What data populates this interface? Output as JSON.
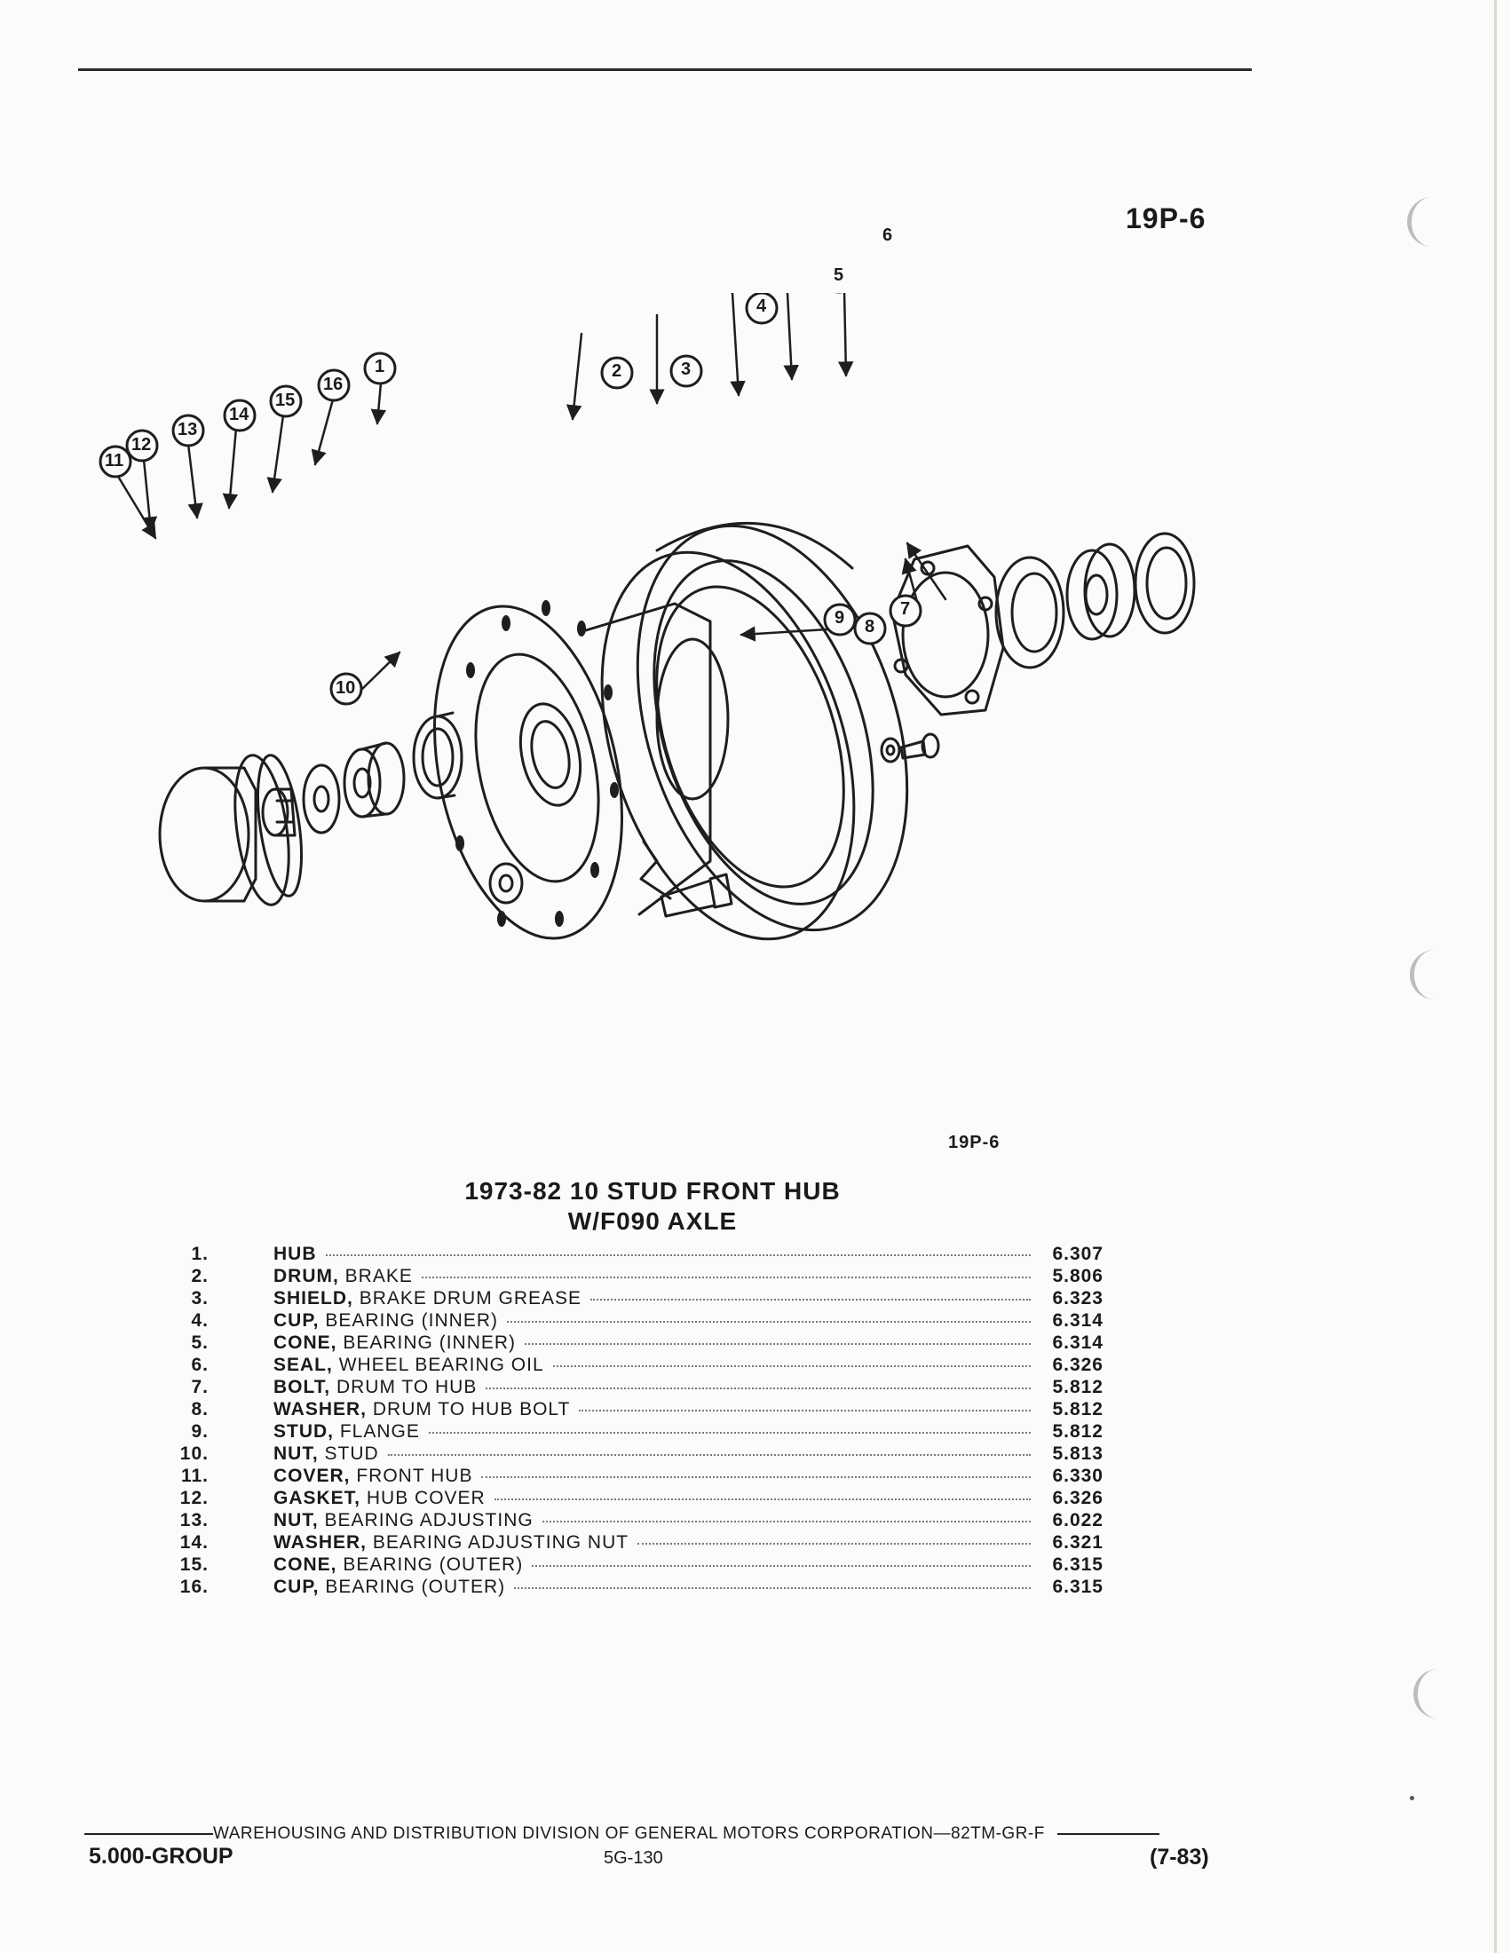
{
  "header": {
    "page_code": "19P-6"
  },
  "figure": {
    "code": "19P-6",
    "callouts": [
      "1",
      "2",
      "3",
      "4",
      "5",
      "6",
      "7",
      "8",
      "9",
      "10",
      "11",
      "12",
      "13",
      "14",
      "15",
      "16"
    ]
  },
  "title": {
    "line1": "1973-82 10 STUD FRONT HUB",
    "line2": "W/F090 AXLE"
  },
  "parts": [
    {
      "num": "1.",
      "name": "HUB",
      "detail": "",
      "code": "6.307"
    },
    {
      "num": "2.",
      "name": "DRUM,",
      "detail": "BRAKE",
      "code": "5.806"
    },
    {
      "num": "3.",
      "name": "SHIELD,",
      "detail": "BRAKE DRUM GREASE",
      "code": "6.323"
    },
    {
      "num": "4.",
      "name": "CUP,",
      "detail": "BEARING (INNER)",
      "code": "6.314"
    },
    {
      "num": "5.",
      "name": "CONE,",
      "detail": "BEARING (INNER)",
      "code": "6.314"
    },
    {
      "num": "6.",
      "name": "SEAL,",
      "detail": "WHEEL BEARING OIL",
      "code": "6.326"
    },
    {
      "num": "7.",
      "name": "BOLT,",
      "detail": "DRUM TO HUB",
      "code": "5.812"
    },
    {
      "num": "8.",
      "name": "WASHER,",
      "detail": "DRUM TO HUB BOLT",
      "code": "5.812"
    },
    {
      "num": "9.",
      "name": "STUD,",
      "detail": "FLANGE",
      "code": "5.812"
    },
    {
      "num": "10.",
      "name": "NUT,",
      "detail": "STUD",
      "code": "5.813"
    },
    {
      "num": "11.",
      "name": "COVER,",
      "detail": "FRONT HUB",
      "code": "6.330"
    },
    {
      "num": "12.",
      "name": "GASKET,",
      "detail": "HUB COVER",
      "code": "6.326"
    },
    {
      "num": "13.",
      "name": "NUT,",
      "detail": "BEARING ADJUSTING",
      "code": "6.022"
    },
    {
      "num": "14.",
      "name": "WASHER,",
      "detail": "BEARING ADJUSTING NUT",
      "code": "6.321"
    },
    {
      "num": "15.",
      "name": "CONE,",
      "detail": "BEARING (OUTER)",
      "code": "6.315"
    },
    {
      "num": "16.",
      "name": "CUP,",
      "detail": "BEARING (OUTER)",
      "code": "6.315"
    }
  ],
  "footer": {
    "division": "WAREHOUSING AND DISTRIBUTION  DIVISION OF GENERAL MOTORS CORPORATION—82TM-GR-F",
    "group": "5.000-GROUP",
    "page": "5G-130",
    "date": "(7-83)"
  }
}
